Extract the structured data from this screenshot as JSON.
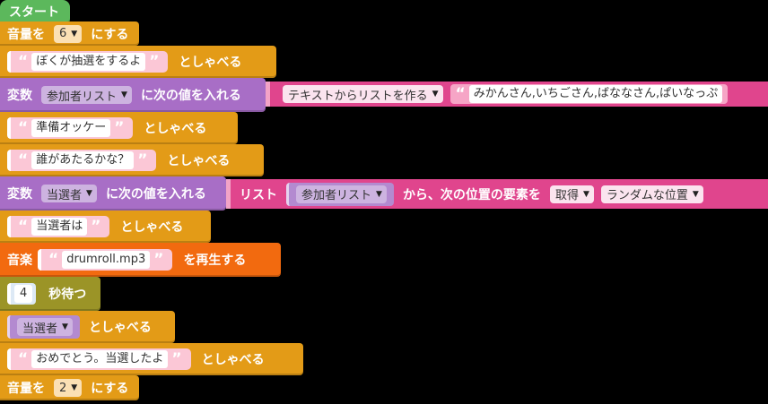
{
  "blocks": {
    "start": "スタート",
    "volume1": {
      "label": "音量を",
      "value": "6",
      "suffix": "にする"
    },
    "say1": {
      "text": "ぼくが抽選をするよ",
      "suffix": "としゃべる"
    },
    "setvar1": {
      "prefix": "変数",
      "var": "参加者リスト",
      "suffix": "に次の値を入れる",
      "func": "テキストからリストを作る",
      "text": "みかんさん,いちごさん,ばななさん,ぱいなっぷ"
    },
    "say2": {
      "text": "準備オッケー",
      "suffix": "としゃべる"
    },
    "say3": {
      "text": "誰があたるかな？",
      "suffix": "としゃべる"
    },
    "setvar2": {
      "prefix": "変数",
      "var": "当選者",
      "suffix": "に次の値を入れる",
      "list_label": "リスト",
      "list_var": "参加者リスト",
      "mid": "から、次の位置の要素を",
      "op": "取得",
      "pos": "ランダムな位置"
    },
    "say4": {
      "text": "当選者は",
      "suffix": "としゃべる"
    },
    "music": {
      "prefix": "音楽",
      "file": "drumroll.mp3",
      "suffix": "を再生する"
    },
    "wait": {
      "value": "4",
      "suffix": "秒待つ"
    },
    "say5": {
      "var": "当選者",
      "suffix": "としゃべる"
    },
    "say6": {
      "text": "おめでとう。当選したよ",
      "suffix": "としゃべる"
    },
    "volume2": {
      "label": "音量を",
      "value": "2",
      "suffix": "にする"
    }
  },
  "icons": {
    "dropdown": "▼",
    "quote_open": "“",
    "quote_close": "”"
  },
  "colors": {
    "start": "#5cb85c",
    "sound": "#e39b17",
    "variable": "#a86ec6",
    "list": "#e0458d",
    "music": "#f26a0f",
    "wait": "#9b9427"
  }
}
